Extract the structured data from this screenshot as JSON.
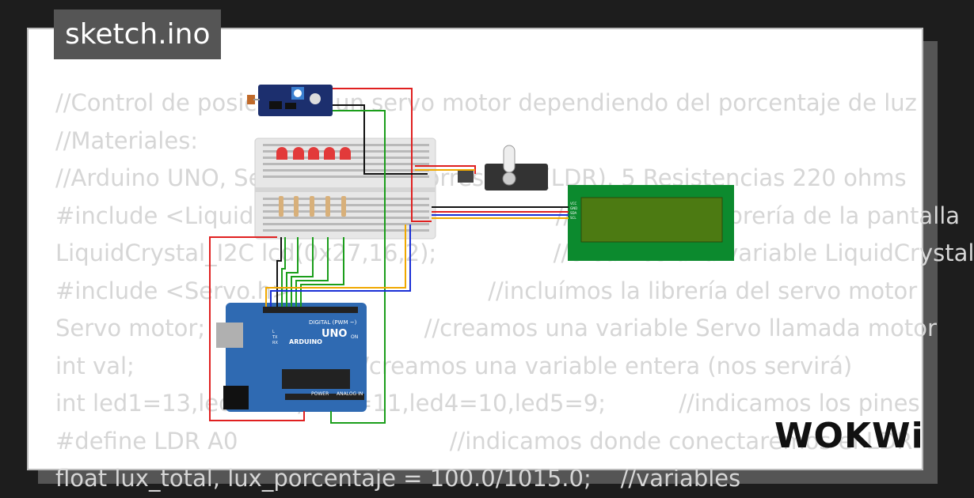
{
  "project": {
    "title": "sketch.ino"
  },
  "brand": {
    "logo_text": "WOKWi"
  },
  "code": {
    "lines": [
      "//Control de posición de un servo motor dependiendo del porcentaje de luz",
      "//Materiales:",
      "//Arduino UNO, Servo motor, Fotorresistor (LDR), 5 Resistencias 220 ohms",
      "#include <LiquidCrystal_I2C.h>                  //incluímos la librería de la pantalla",
      "LiquidCrystal_I2C lcd(0x27,16,2);                //creamos una variable LiquidCrystal",
      "#include <Servo.h>                           //incluímos la librería del servo motor",
      "Servo motor;                              //creamos una variable Servo llamada motor",
      "int val;                              //creamos una variable entera (nos servirá)",
      "int led1=13,led2=12,led3=11,led4=10,led5=9;          //indicamos los pines",
      "#define LDR A0                             //indicamos donde conectaremos el LDR",
      "float lux_total, lux_porcentaje = 100.0/1015.0;    //variables"
    ]
  },
  "board": {
    "brand_text": "ARDUINO",
    "model": "UNO",
    "digital_label": "DIGITAL (PWM ~)",
    "analog_label": "ANALOG IN",
    "power_label": "POWER",
    "on_label": "ON",
    "tx_label": "TX",
    "rx_label": "RX",
    "l_label": "L"
  },
  "lcd": {
    "pins": [
      "VCC",
      "GND",
      "SDA",
      "SCL"
    ]
  },
  "colors": {
    "wire_red": "#e02020",
    "wire_green": "#1b9e1b",
    "wire_blue": "#1a2fd6",
    "wire_orange": "#f0a800",
    "wire_black": "#111111",
    "lcd_screen": "#4c7a12",
    "lcd_board": "#0c8a2e",
    "board_blue": "#2f6ab2"
  },
  "parts": {
    "leds": 5,
    "resistors": 5
  }
}
